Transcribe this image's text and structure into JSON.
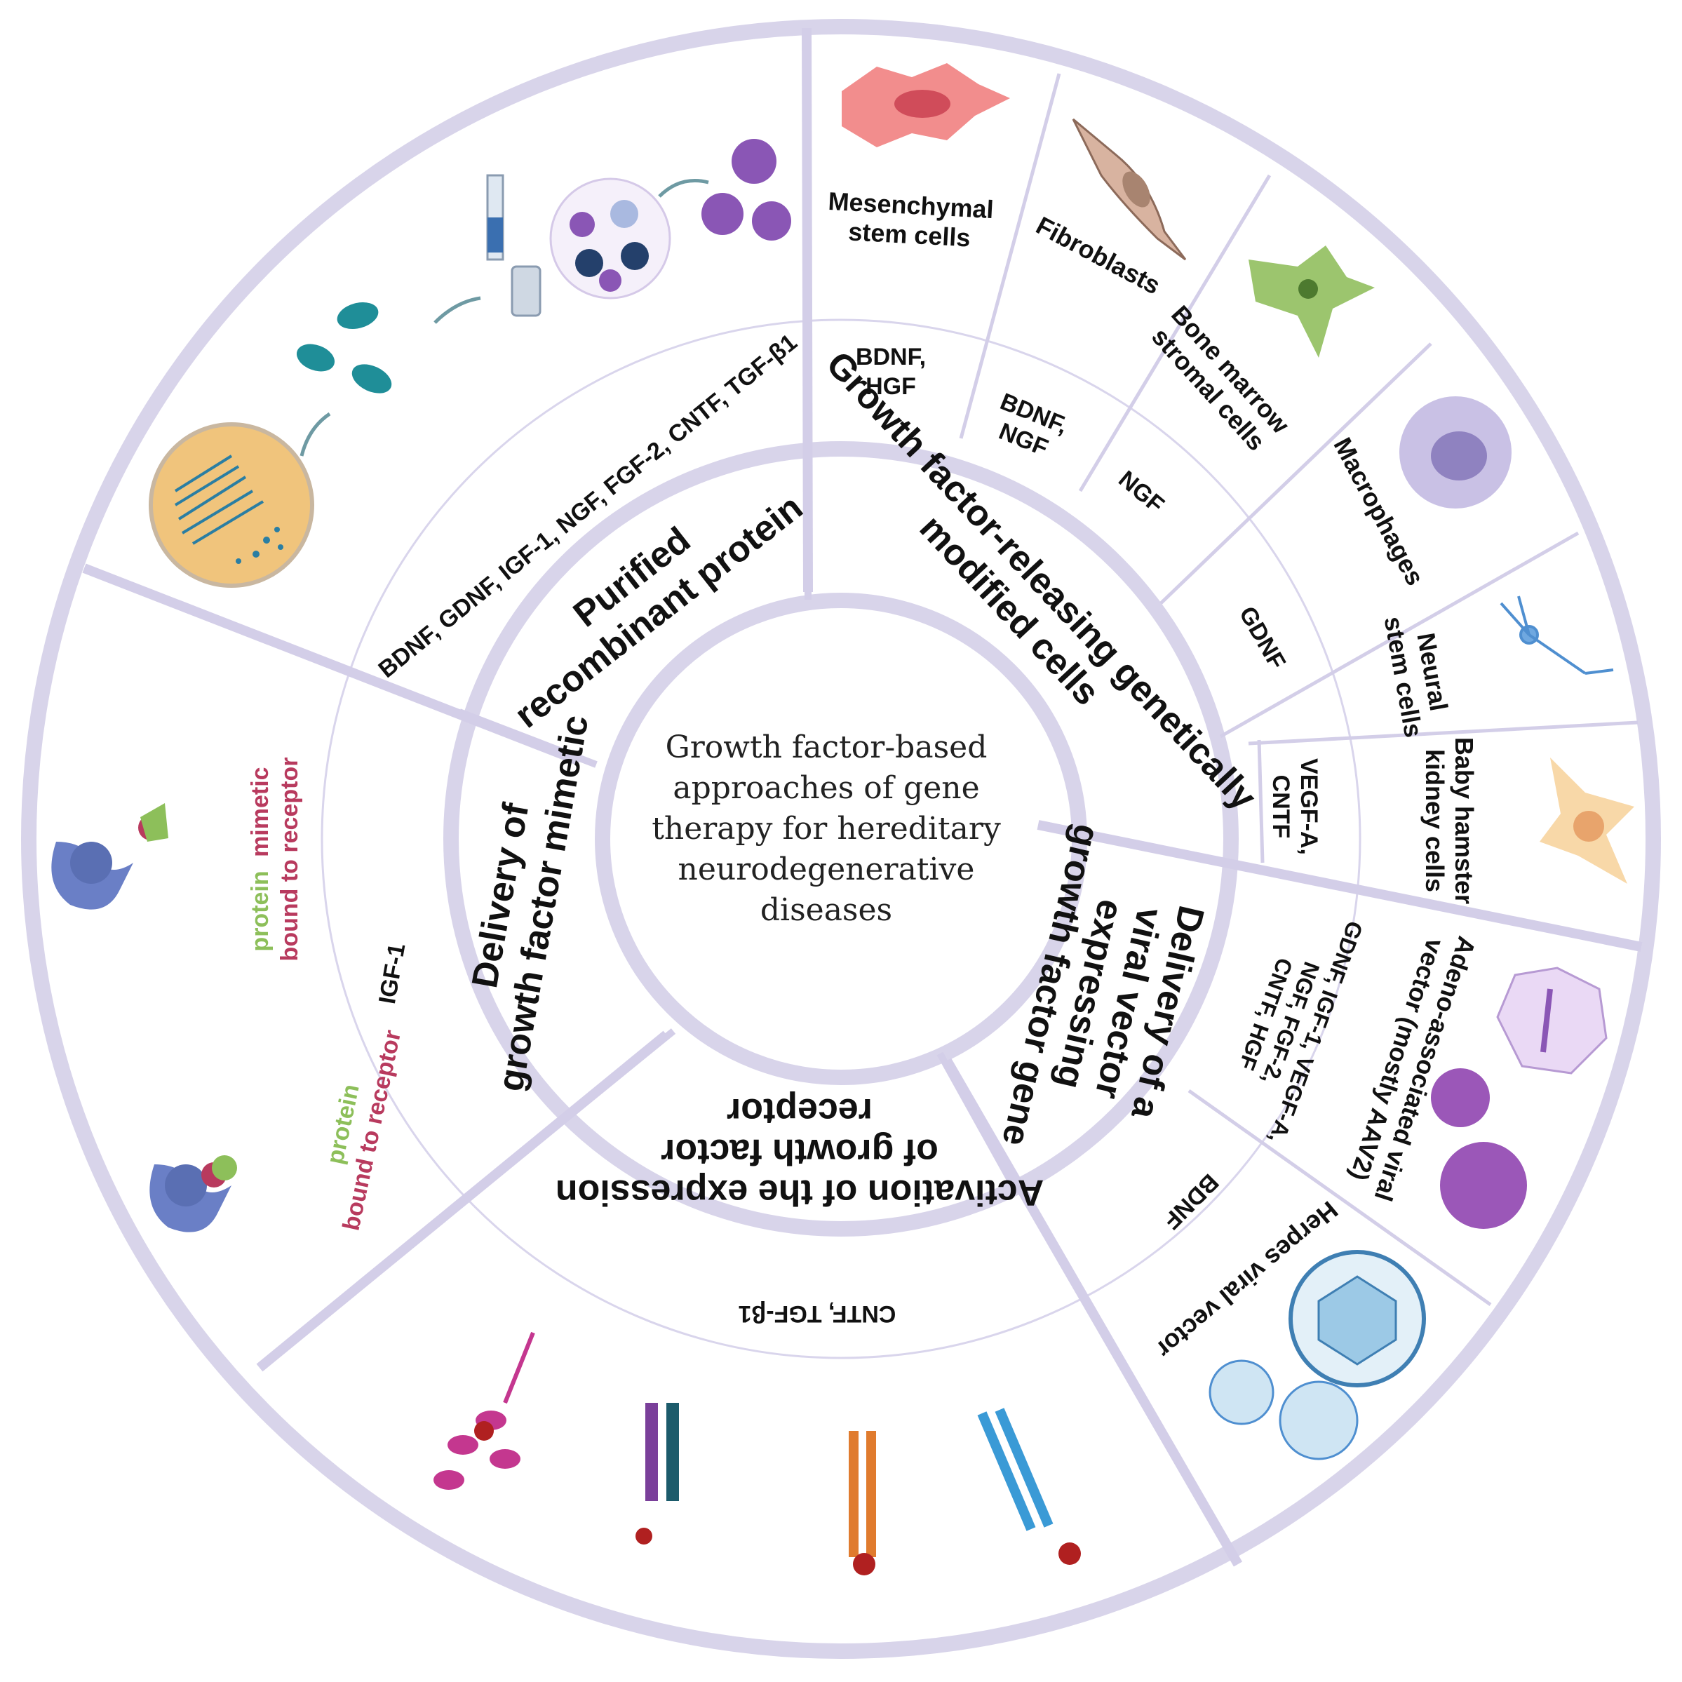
{
  "center": {
    "lines": [
      "Growth factor-based",
      "approaches of gene",
      "therapy for hereditary",
      "neurodegenerative",
      "diseases"
    ]
  },
  "categories": {
    "purified": [
      "Purified",
      "recombinant protein"
    ],
    "modified_cells": [
      "Growth factor-releasing genetically",
      "modified cells"
    ],
    "viral": [
      "Delivery of a",
      "viral vector",
      "expressing",
      "growth factor gene"
    ],
    "activation": [
      "Activation of the expression",
      "of growth factor",
      "receptor"
    ],
    "mimetic": [
      "Delivery of",
      "growth factor mimetic"
    ]
  },
  "growth_factors": {
    "purified": "BDNF, GDNF, IGF-1, NGF, FGF-2, CNTF, TGF-β1",
    "msc": [
      "BDNF,",
      "HGF"
    ],
    "fibroblasts": [
      "BDNF,",
      "NGF"
    ],
    "bone_marrow": "NGF",
    "macrophages": "GDNF",
    "bhk": [
      "VEGF-A,",
      "CNTF"
    ],
    "aav": [
      "GDNF, IGF-1, VEGF-A,",
      "NGF, FGF-2,",
      "CNTF, HGF"
    ],
    "herpes": "BDNF",
    "activation": "CNTF, TGF-β1",
    "mimetic": "IGF-1"
  },
  "cells": {
    "msc": [
      "Mesenchymal",
      "stem cells"
    ],
    "fibroblasts": "Fibroblasts",
    "bone_marrow": [
      "Bone marrow",
      "stromal cells"
    ],
    "macrophages": "Macrophages",
    "neural": [
      "Neural",
      "stem cells"
    ],
    "bhk": [
      "Baby hamster",
      "kidney cells"
    ]
  },
  "vectors": {
    "aav": [
      "Adeno-associated viral",
      "vector (mostly AAV2)"
    ],
    "herpes": "Herpes viral vector"
  },
  "mimetic_labels": {
    "top": {
      "line1": [
        "protein",
        "mimetic"
      ],
      "line2": "bound to receptor"
    },
    "bottom": {
      "line1": "protein",
      "line2": "bound to receptor"
    }
  },
  "colors": {
    "ring": "#d8d4ea",
    "divider": "#c9c4e2",
    "green": "#8dbf5a",
    "red": "#b83a5e",
    "blue": "#4a5fa8",
    "teal": "#1f8e98",
    "purple": "#8a56b5",
    "dish": "#f0c47c"
  },
  "icons": [
    "petri-dish-icon",
    "bacteria-icon",
    "syringe-icon",
    "protein-icon",
    "stem-cell-icon",
    "fibroblast-icon",
    "stromal-cell-icon",
    "macrophage-icon",
    "neuron-icon",
    "kidney-cell-icon",
    "aav-capsid-icon",
    "herpes-virus-icon",
    "receptor-icon"
  ]
}
